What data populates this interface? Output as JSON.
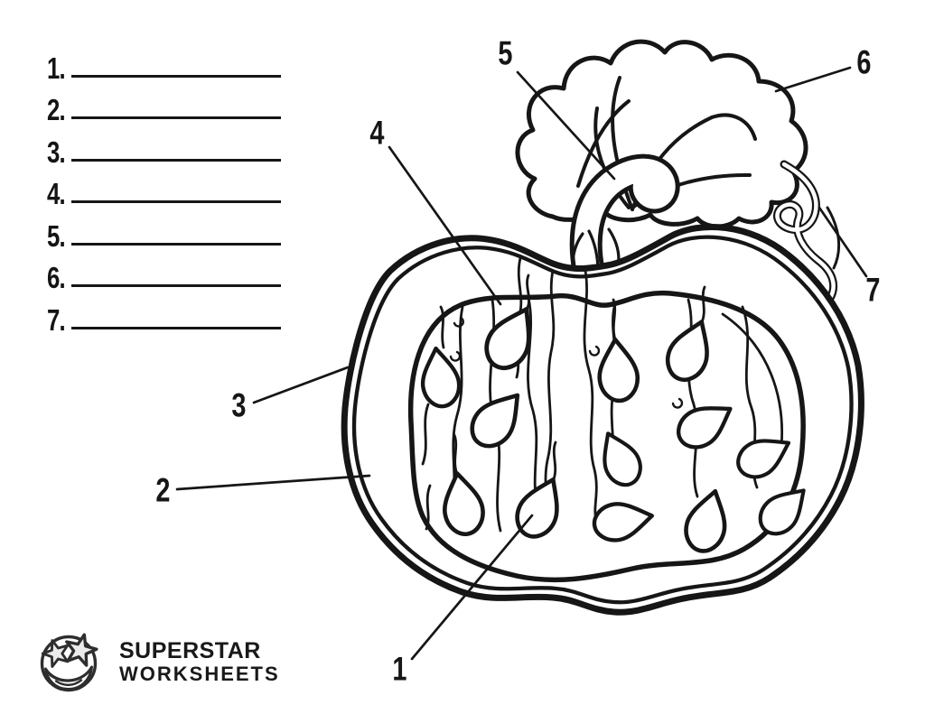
{
  "answers": {
    "numbers": [
      "1.",
      "2.",
      "3.",
      "4.",
      "5.",
      "6.",
      "7."
    ]
  },
  "diagram": {
    "labels": [
      "1",
      "2",
      "3",
      "4",
      "5",
      "6",
      "7"
    ]
  },
  "logo": {
    "icon": "star-face-icon",
    "title": "SUPERSTAR",
    "subtitle": "WORKSHEETS"
  },
  "colors": {
    "ink": "#161616",
    "background": "#ffffff",
    "logo_ink": "#2e2e2e",
    "star_fill": "#ebebeb"
  }
}
